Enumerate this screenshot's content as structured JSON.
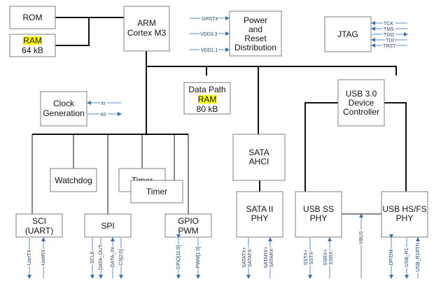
{
  "diagram": {
    "colors": {
      "highlight": "#ffff00",
      "signal": "#5b8fc7",
      "bus": "#111111",
      "block_border": "#7f7f7f"
    },
    "blocks": {
      "rom": [
        "ROM"
      ],
      "ram64": [
        "RAM",
        "64 kB"
      ],
      "arm": [
        "ARM",
        "Cortex M3"
      ],
      "power": [
        "Power",
        "and",
        "Reset",
        "Distribution"
      ],
      "jtag": [
        "JTAG"
      ],
      "clock": [
        "Clock",
        "Generation"
      ],
      "dpram": [
        "Data Path",
        "RAM",
        "80 kB"
      ],
      "usb3": [
        "USB 3.0",
        "Device",
        "Controller"
      ],
      "watchdog": [
        "Watchdog"
      ],
      "timer_back": [
        "Timer"
      ],
      "timer_front": [
        "Timer"
      ],
      "sata_ahci": [
        "SATA",
        "AHCI"
      ],
      "sci": [
        "SCI",
        "(UART)"
      ],
      "spi": [
        "SPI"
      ],
      "gpio": [
        "GPIO",
        "PWM"
      ],
      "sata_phy": [
        "SATA II",
        "PHY"
      ],
      "usbss": [
        "USB SS",
        "PHY"
      ],
      "usbhs": [
        "USB HS/FS",
        "PHY"
      ]
    },
    "signals": {
      "power": [
        "GRSTz",
        "VDD3.3",
        "VDD1.1"
      ],
      "jtag": [
        "TCK",
        "TMS",
        "TDO",
        "TDI",
        "TRST"
      ],
      "clock": [
        "XI",
        "X0"
      ],
      "sci": [
        "UartTX",
        "UartRX"
      ],
      "spi": [
        "SCLK",
        "DATA_OUT",
        "DATA_IN",
        "CS[2:0]"
      ],
      "gpio": [
        "GPIO[11:0]",
        "PWM[1:0]"
      ],
      "sata": [
        [
          "SATATX+",
          "SATATX-"
        ],
        [
          "SATARX+",
          "SATARX-"
        ]
      ],
      "usbss": [
        [
          "SSTX+",
          "SSTX-"
        ],
        [
          "SSRX+",
          "SSRX-"
        ]
      ],
      "vbus": [
        "VBUS"
      ],
      "usbhs": [
        "DP/DM",
        "USB_R1",
        "USB_R1RTN"
      ]
    }
  }
}
